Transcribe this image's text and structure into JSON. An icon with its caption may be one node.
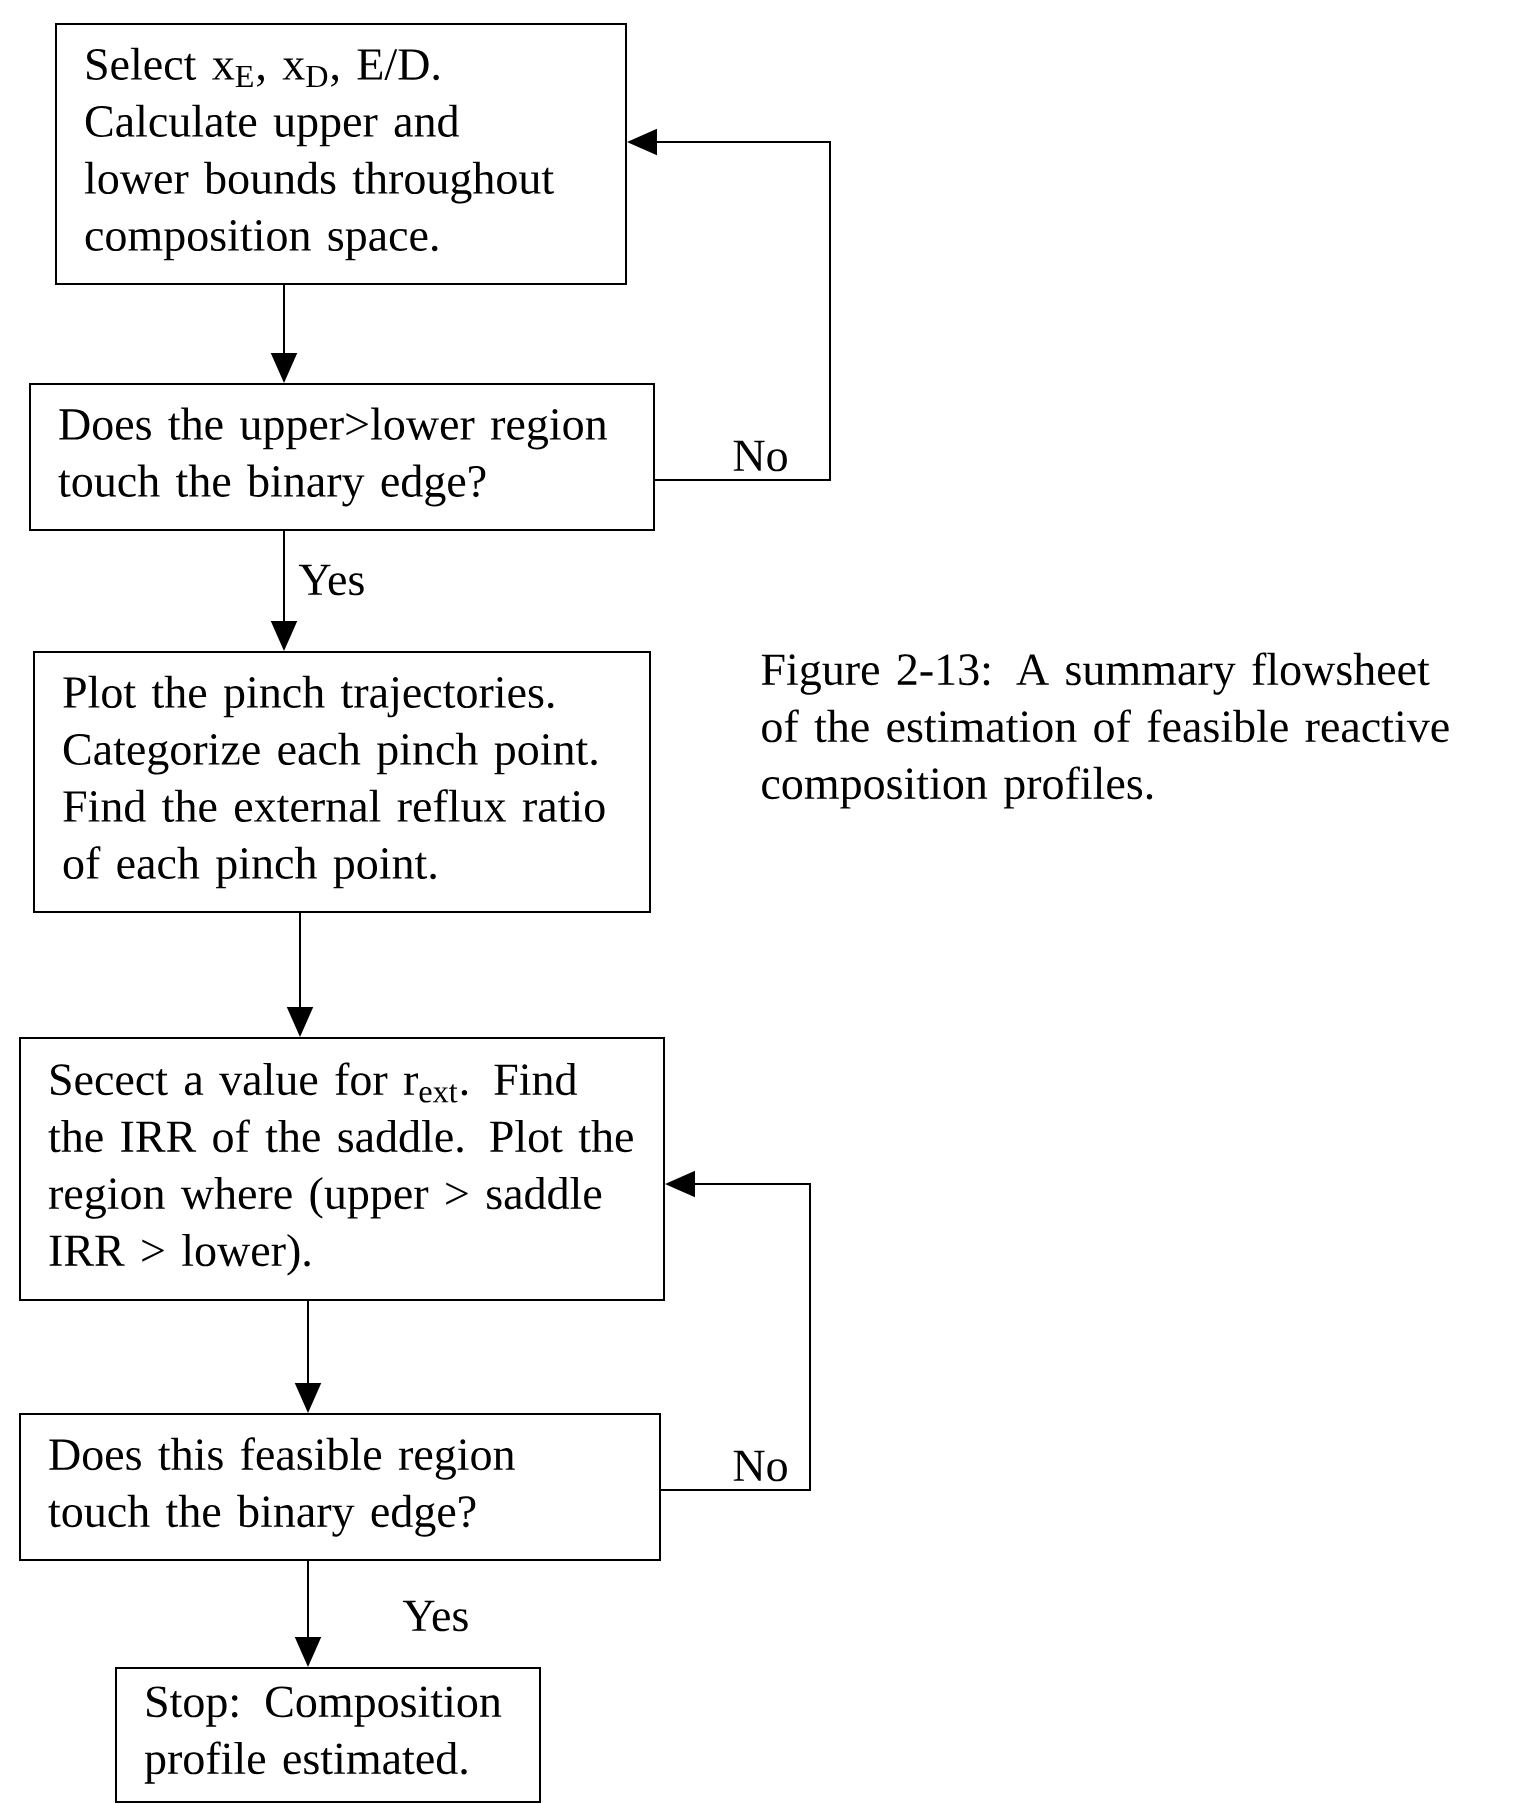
{
  "diagram": {
    "caption": "Figure 2-13: A summary flowsheet of the estimation of feasible reactive composition profiles.",
    "nodes": [
      {
        "text": [
          "Select x$_{E}$, x$_{D}$, E/D. Calculate upper and lower bounds throughout composition space."
        ]
      },
      {
        "text": [
          "Does the upper>lower region touch the binary edge?"
        ]
      },
      {
        "text": [
          "Plot the pinch trajectories. Categorize each pinch point. Find the external reflux ratio of each pinch point."
        ]
      },
      {
        "text": [
          "Secect a value for r$_{ext}$. Find the IRR of the saddle. Plot the region where (upper > saddle IRR > lower)."
        ]
      },
      {
        "text": [
          "Does this feasible region touch the binary edge?"
        ]
      },
      {
        "text": [
          "Stop: Composition profile estimated."
        ]
      }
    ],
    "edges": [
      {
        "from": 0,
        "to": 1,
        "arrow": "to"
      },
      {
        "from": 1,
        "to": 2,
        "arrow": "to",
        "label": "Yes"
      },
      {
        "from": 1,
        "to": 0,
        "arrow": "to",
        "label": "No"
      },
      {
        "from": 2,
        "to": 3,
        "arrow": "to"
      },
      {
        "from": 3,
        "to": 4,
        "arrow": "to"
      },
      {
        "from": 4,
        "to": 3,
        "arrow": "to",
        "label": "No"
      },
      {
        "from": 4,
        "to": 5,
        "arrow": "to",
        "label": "Yes"
      }
    ]
  }
}
